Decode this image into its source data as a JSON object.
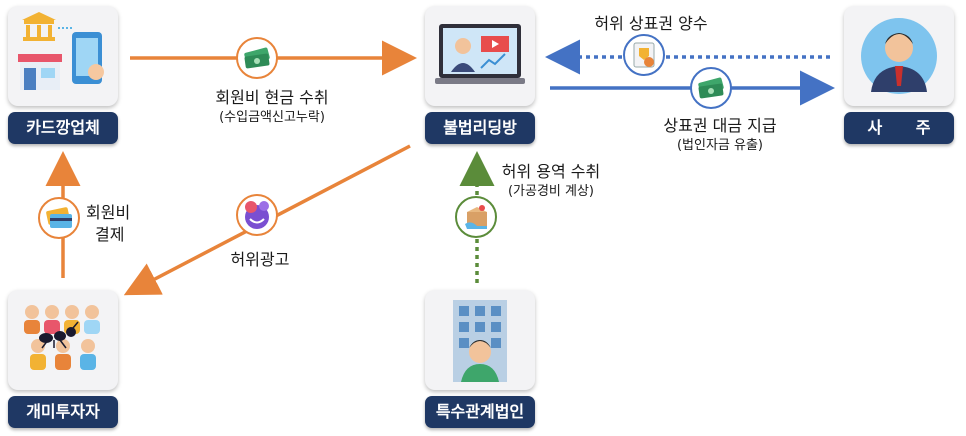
{
  "nodes": {
    "card": "카드깡업체",
    "illegal_room": "불법리딩방",
    "owner": "사 주",
    "ant_investors": "개미투자자",
    "related_corp": "특수관계법인"
  },
  "flows": {
    "membership_cash": {
      "main": "회원비 현금 수취",
      "sub": "(수입금액신고누락)"
    },
    "fake_trademark": {
      "main": "허위 상표권 양수"
    },
    "trademark_payment": {
      "main": "상표권 대금 지급",
      "sub": "(법인자금 유출)"
    },
    "fake_service": {
      "main": "허위 용역 수취",
      "sub": "(가공경비 계상)"
    },
    "membership_pay": {
      "line1": "회원비",
      "line2": "결제"
    },
    "fake_ad": {
      "main": "허위광고"
    }
  },
  "colors": {
    "label_bg": "#1f3864",
    "orange_arrow": "#e8843a",
    "blue_arrow": "#4472c4",
    "green_arrow": "#5b8c3a"
  }
}
